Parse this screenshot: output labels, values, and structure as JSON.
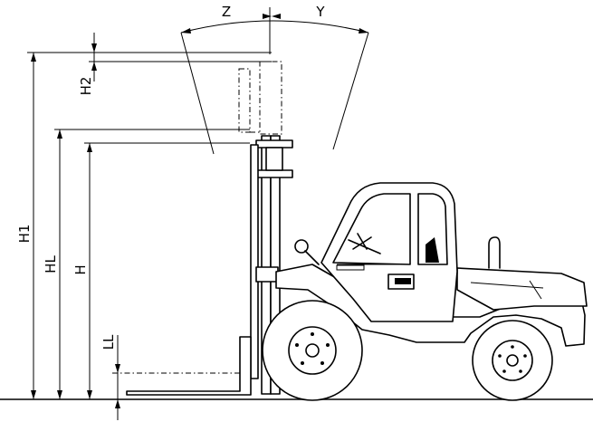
{
  "dimensions": {
    "H1": "H1",
    "H2": "H2",
    "HL": "HL",
    "H": "H",
    "LL": "LL",
    "Z": "Z",
    "Y": "Y"
  }
}
